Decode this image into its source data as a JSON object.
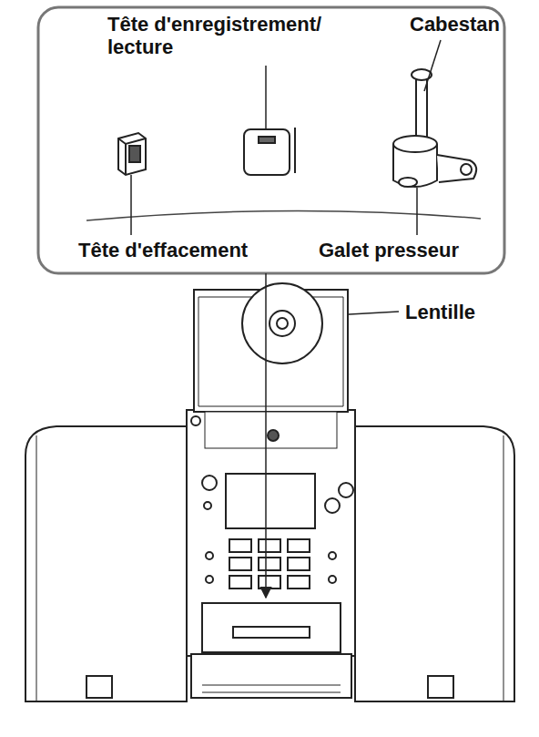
{
  "diagram": {
    "labels": [
      "Tête d'enregistrement/ lecture",
      "Cabestan",
      "Tête d'effacement",
      "Galet presseur",
      "Lentille"
    ]
  }
}
